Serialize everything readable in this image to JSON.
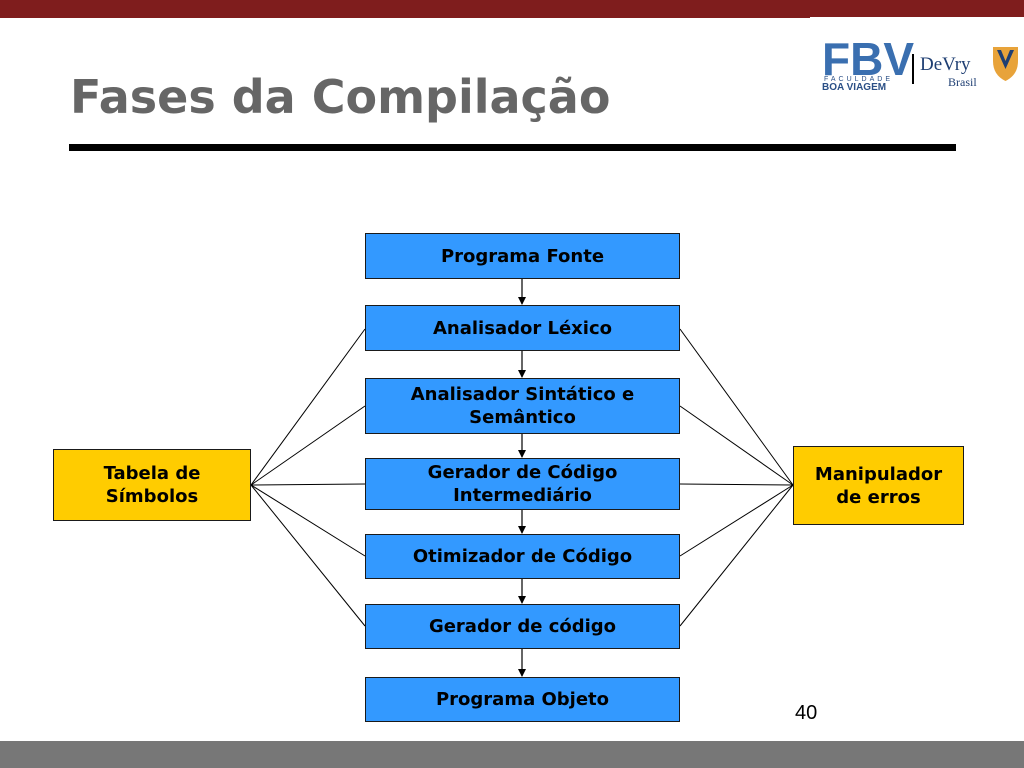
{
  "slide": {
    "title": "Fases da Compilação",
    "page_number": "40"
  },
  "logo": {
    "fbv_mark": "FBV",
    "fbv_subtitle": "FACULDADE",
    "fbv_name": "BOA VIAGEM",
    "devry_name": "DeVry",
    "devry_region": "Brasil"
  },
  "diagram": {
    "phases": [
      {
        "label": "Programa Fonte"
      },
      {
        "label": "Analisador Léxico"
      },
      {
        "label": "Analisador Sintático e\nSemântico"
      },
      {
        "label": "Gerador de Código\nIntermediário"
      },
      {
        "label": "Otimizador de Código"
      },
      {
        "label": "Gerador de código"
      },
      {
        "label": "Programa Objeto"
      }
    ],
    "symbol_table": {
      "label": "Tabela de\nSímbolos"
    },
    "error_handler": {
      "label": "Manipulador\nde erros"
    }
  },
  "colors": {
    "top_bar": "#7f1d1d",
    "bottom_bar": "#777777",
    "title": "#666666",
    "phase_fill": "#3399ff",
    "side_fill": "#ffcc00"
  }
}
